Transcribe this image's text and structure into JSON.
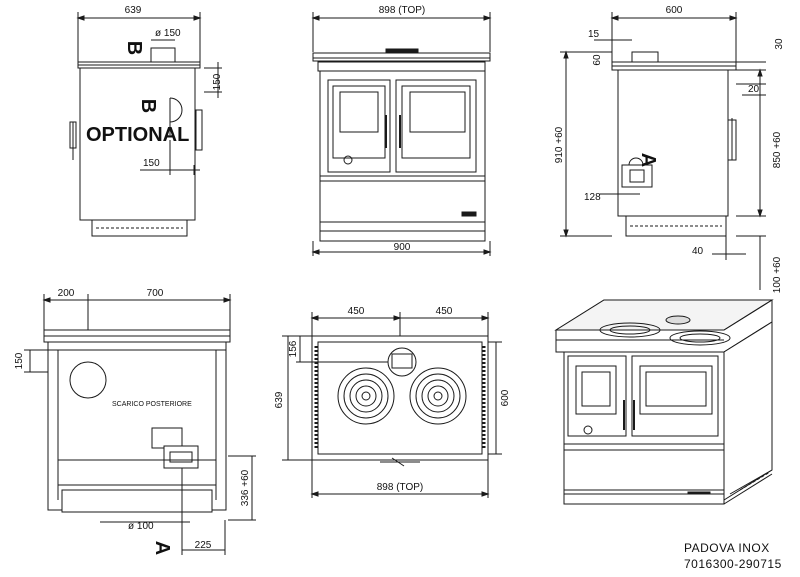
{
  "model": {
    "name": "PADOVA INOX",
    "code": "7016300-290715"
  },
  "views": {
    "side_left": {
      "width": "639",
      "flue_diameter": "ø 150",
      "flue_offset": "150",
      "rear_offset": "150",
      "marker_top": "B",
      "marker_mid": "B",
      "optional_label": "OPTIONAL"
    },
    "front": {
      "top_width": "898 (TOP)",
      "width": "900"
    },
    "side_right": {
      "depth": "600",
      "d15": "15",
      "d60": "60",
      "d30": "30",
      "d20": "20",
      "height_top": "910 +60",
      "height_body": "850 +60",
      "d128": "128",
      "d40": "40",
      "plinth": "100 +60",
      "marker": "A"
    },
    "rear": {
      "left_offset": "200",
      "span": "700",
      "top_offset": "150",
      "label": "SCARICO POSTERIORE",
      "flue_height": "336 +60",
      "flue_diameter": "ø 100",
      "flue_side": "225",
      "marker": "A"
    },
    "top_view": {
      "left_center": "450",
      "right_center": "450",
      "depth_total": "639",
      "flue_offset": "156",
      "depth_inner": "600",
      "top_width": "898 (TOP)"
    }
  },
  "colors": {
    "line": "#1a1a1a",
    "fill_dark": "#3a3a3a",
    "fill_light": "#dcdcdc"
  }
}
